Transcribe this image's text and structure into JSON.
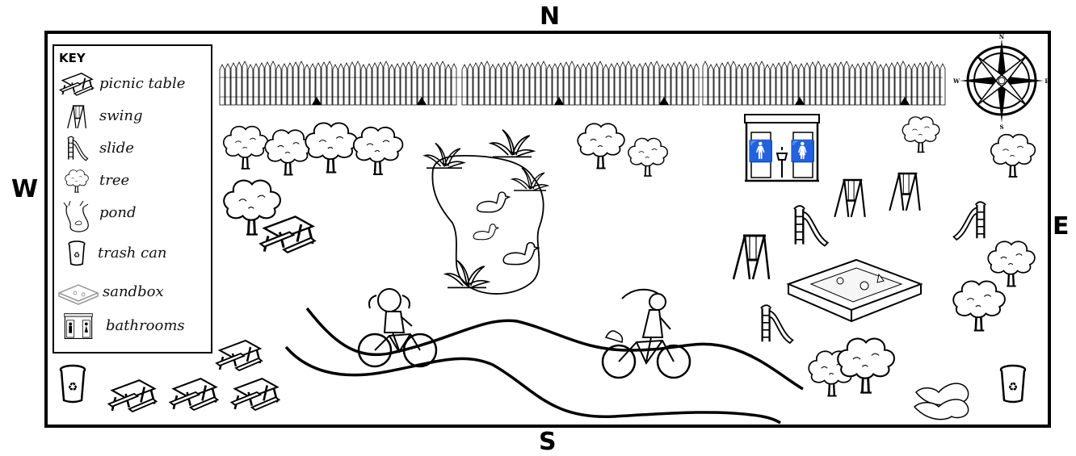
{
  "directions": {
    "north": "N",
    "south": "S",
    "west": "W",
    "east": "E"
  },
  "compass": {
    "n": "N",
    "s": "S",
    "w": "W",
    "e": "E"
  },
  "key": {
    "title": "KEY",
    "items": [
      {
        "label": "picnic table",
        "icon": "picnic-table-icon"
      },
      {
        "label": "swing",
        "icon": "swing-icon"
      },
      {
        "label": "slide",
        "icon": "slide-icon"
      },
      {
        "label": "tree",
        "icon": "tree-icon"
      },
      {
        "label": "pond",
        "icon": "pond-icon"
      },
      {
        "label": "trash can",
        "icon": "trash-can-icon"
      },
      {
        "label": "sandbox",
        "icon": "sandbox-icon"
      },
      {
        "label": "bathrooms",
        "icon": "bathrooms-icon"
      }
    ]
  },
  "colors": {
    "ink": "#000000",
    "paper": "#ffffff",
    "fence": "#e9e9e9"
  }
}
